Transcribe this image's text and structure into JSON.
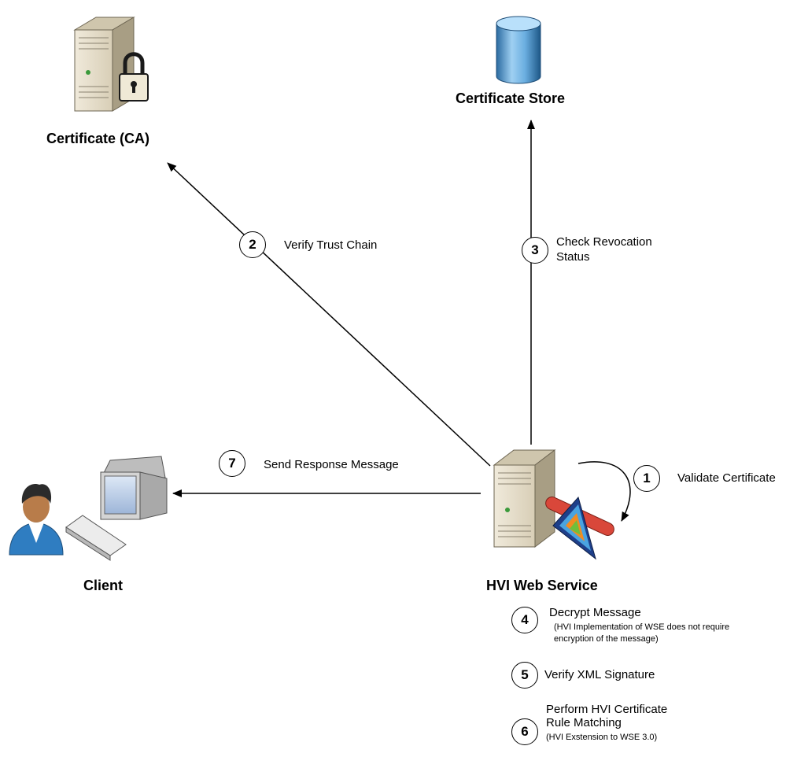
{
  "nodes": {
    "ca": "Certificate (CA)",
    "store": "Certificate Store",
    "client": "Client",
    "service": "HVI Web Service"
  },
  "steps": [
    {
      "num": "1",
      "label": "Validate Certificate"
    },
    {
      "num": "2",
      "label": "Verify Trust Chain"
    },
    {
      "num": "3",
      "label": "Check Revocation Status",
      "lines": [
        "Check Revocation",
        "Status"
      ]
    },
    {
      "num": "4",
      "label": "Decrypt Message",
      "note": "(HVI Implementation of WSE does not require encryption of the message)",
      "note_lines": [
        "(HVI Implementation of WSE does not require",
        "encryption of the message)"
      ]
    },
    {
      "num": "5",
      "label": "Verify XML Signature"
    },
    {
      "num": "6",
      "label": "Perform HVI Certificate Rule Matching",
      "lines": [
        "Perform HVI Certificate",
        "Rule Matching"
      ],
      "note": "(HVI Exstension to WSE 3.0)"
    },
    {
      "num": "7",
      "label": "Send Response Message"
    }
  ],
  "icons": {
    "ca": "locked-server-icon",
    "store": "database-icon",
    "client": "user-workstation-icon",
    "service": "web-service-server-icon"
  }
}
